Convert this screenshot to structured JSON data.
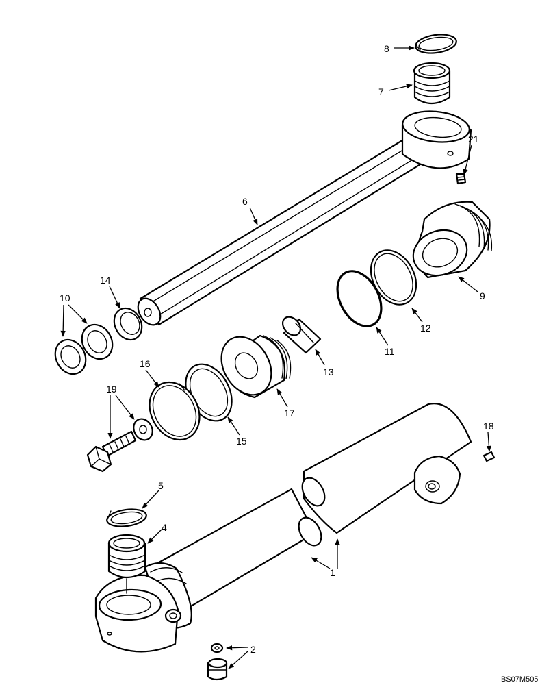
{
  "figure": {
    "reference_code": "BS07M505",
    "callouts": [
      "1",
      "2",
      "4",
      "5",
      "6",
      "7",
      "8",
      "9",
      "10",
      "11",
      "12",
      "13",
      "14",
      "15",
      "16",
      "17",
      "18",
      "19",
      "21"
    ]
  }
}
